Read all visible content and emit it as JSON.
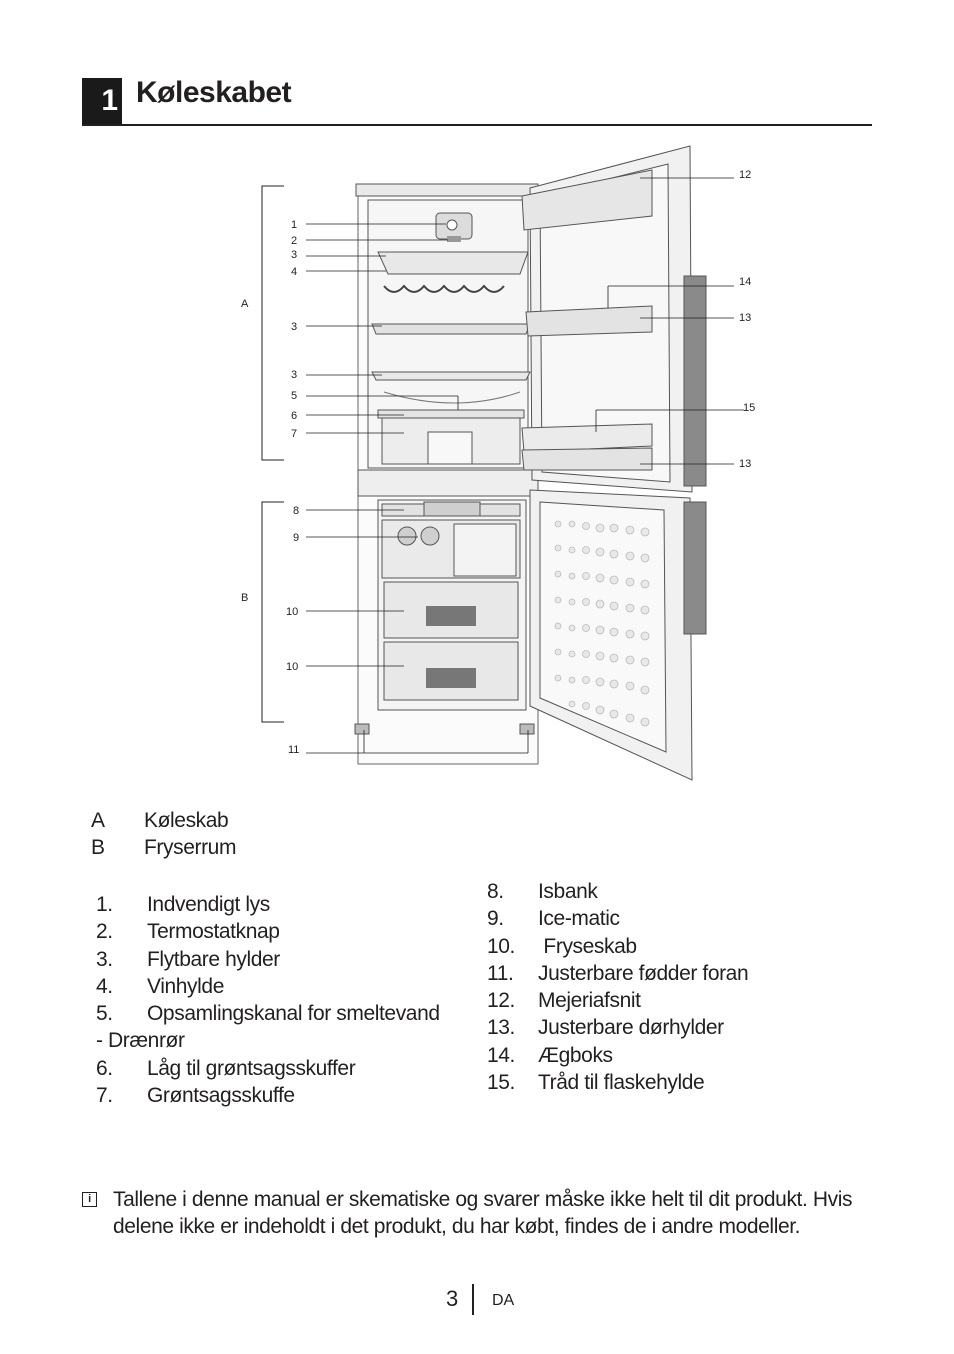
{
  "section": {
    "number": "1",
    "title": "Køleskabet"
  },
  "diagram": {
    "callouts_left": [
      "1",
      "2",
      "3",
      "4",
      "3",
      "3",
      "5",
      "6",
      "7",
      "8",
      "9",
      "10",
      "10",
      "11"
    ],
    "callouts_right": [
      "12",
      "14",
      "13",
      "15",
      "13"
    ],
    "zone_labels": [
      "A",
      "B"
    ]
  },
  "zones": [
    {
      "key": "A",
      "label": "Køleskab"
    },
    {
      "key": "B",
      "label": "Fryserrum"
    }
  ],
  "parts_left": [
    {
      "num": "1.",
      "label": "Indvendigt lys"
    },
    {
      "num": "2.",
      "label": "Termostatknap"
    },
    {
      "num": "3.",
      "label": "Flytbare hylder"
    },
    {
      "num": "4.",
      "label": "Vinhylde"
    },
    {
      "num": "5.",
      "label": "Opsamlingskanal for smeltevand"
    },
    {
      "num": "",
      "label": "- Drænrør"
    },
    {
      "num": "6.",
      "label": "Låg til grøntsagsskuffer"
    },
    {
      "num": "7.",
      "label": "Grøntsagsskuffe"
    }
  ],
  "parts_right": [
    {
      "num": "8.",
      "label": "Isbank"
    },
    {
      "num": "9.",
      "label": "Ice-matic"
    },
    {
      "num": "10.",
      "label": " Fryseskab"
    },
    {
      "num": "11.",
      "label": "Justerbare fødder foran"
    },
    {
      "num": "12.",
      "label": "Mejeriafsnit"
    },
    {
      "num": "13.",
      "label": "Justerbare dørhylder"
    },
    {
      "num": "14.",
      "label": "Ægboks"
    },
    {
      "num": "15.",
      "label": "Tråd til flaskehylde"
    }
  ],
  "note": {
    "icon": "info-icon",
    "text": "Tallene i denne manual er skematiske og svarer måske ikke helt til dit produkt. Hvis delene ikke er indeholdt i det produkt, du har købt, findes de i andre modeller."
  },
  "footer": {
    "page": "3",
    "lang": "DA"
  }
}
